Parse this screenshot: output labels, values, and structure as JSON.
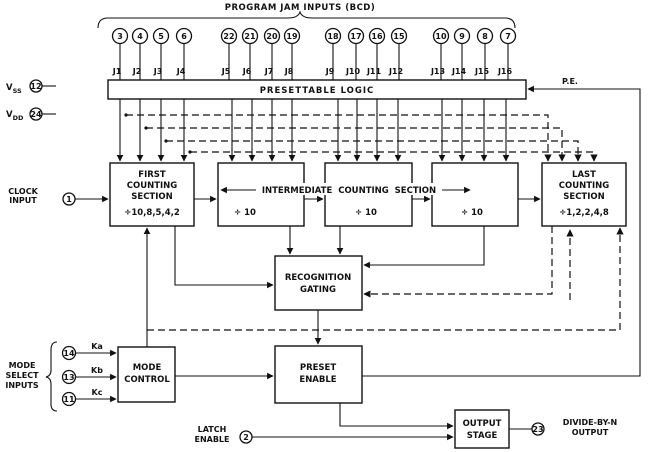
{
  "title": "PROGRAM JAM INPUTS (BCD)",
  "jam_pins": [
    {
      "pin": "3",
      "j": "J1"
    },
    {
      "pin": "4",
      "j": "J2"
    },
    {
      "pin": "5",
      "j": "J3"
    },
    {
      "pin": "6",
      "j": "J4"
    },
    {
      "pin": "22",
      "j": "J5"
    },
    {
      "pin": "21",
      "j": "J6"
    },
    {
      "pin": "20",
      "j": "J7"
    },
    {
      "pin": "19",
      "j": "J8"
    },
    {
      "pin": "18",
      "j": "J9"
    },
    {
      "pin": "17",
      "j": "J10"
    },
    {
      "pin": "16",
      "j": "J11"
    },
    {
      "pin": "15",
      "j": "J12"
    },
    {
      "pin": "10",
      "j": "J13"
    },
    {
      "pin": "9",
      "j": "J14"
    },
    {
      "pin": "8",
      "j": "J15"
    },
    {
      "pin": "7",
      "j": "J16"
    }
  ],
  "supply": {
    "vss_label": "V",
    "vss_sub": "SS",
    "vss_pin": "12",
    "vdd_label": "V",
    "vdd_sub": "DD",
    "vdd_pin": "24"
  },
  "presettable_logic": "PRESETTABLE LOGIC",
  "pe_label": "P.E.",
  "clock": {
    "line1": "CLOCK",
    "line2": "INPUT",
    "pin": "1"
  },
  "first_section": {
    "line1": "FIRST",
    "line2": "COUNTING",
    "line3": "SECTION",
    "line4": "÷10,8,5,4,2"
  },
  "intermediate_label": "INTERMEDIATE  COUNTING  SECTION",
  "div10_a": "÷ 10",
  "div10_b": "÷ 10",
  "div10_c": "÷ 10",
  "last_section": {
    "line1": "LAST",
    "line2": "COUNTING",
    "line3": "SECTION",
    "line4": "÷1,2,2,4,8"
  },
  "recognition": {
    "line1": "RECOGNITION",
    "line2": "GATING"
  },
  "mode_select": {
    "line1": "MODE",
    "line2": "SELECT",
    "line3": "INPUTS",
    "pins": [
      {
        "pin": "14",
        "label": "Ka"
      },
      {
        "pin": "13",
        "label": "Kb"
      },
      {
        "pin": "11",
        "label": "Kc"
      }
    ]
  },
  "mode_control": {
    "line1": "MODE",
    "line2": "CONTROL"
  },
  "preset_enable": {
    "line1": "PRESET",
    "line2": "ENABLE"
  },
  "latch": {
    "line1": "LATCH",
    "line2": "ENABLE",
    "pin": "2"
  },
  "output_stage": {
    "line1": "OUTPUT",
    "line2": "STAGE"
  },
  "output": {
    "line1": "DIVIDE-BY-N",
    "line2": "OUTPUT",
    "pin": "23"
  }
}
